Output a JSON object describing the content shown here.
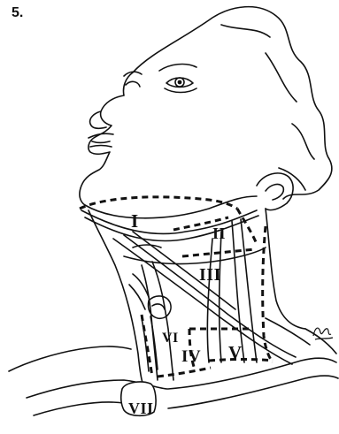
{
  "figure": {
    "number_label": "5."
  },
  "levels": {
    "I": "I",
    "II": "II",
    "III": "III",
    "IV": "IV",
    "V": "V",
    "VI": "VI",
    "VII": "VII"
  },
  "colors": {
    "ink": "#111111",
    "paper": "#ffffff"
  }
}
